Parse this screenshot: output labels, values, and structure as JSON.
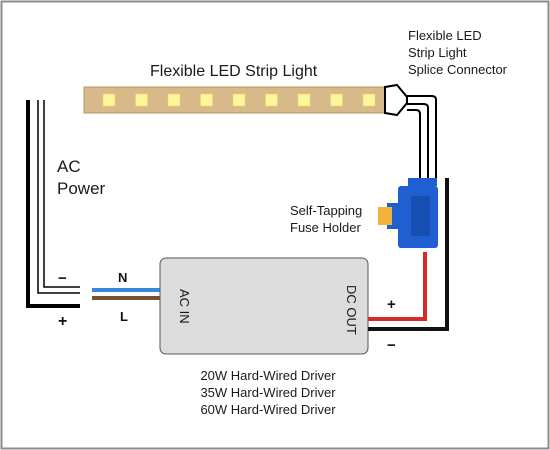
{
  "strip": {
    "label": "Flexible LED Strip Light",
    "led_count": 9,
    "colors": {
      "strip": "#d8b98a",
      "led": "#fff59a",
      "edge": "#b99563"
    }
  },
  "connector": {
    "label_lines": [
      "Flexible LED",
      "Strip Light",
      "Splice Connector"
    ]
  },
  "ac": {
    "label_lines": [
      "AC",
      "Power"
    ],
    "minus": "−",
    "plus": "+"
  },
  "fuse": {
    "label_lines": [
      "Self-Tapping",
      "Fuse Holder"
    ],
    "colors": {
      "body": "#1f5fd1",
      "fuse": "#f2b33a"
    }
  },
  "wires": {
    "n_label": "N",
    "l_label": "L",
    "colors": {
      "neutral": "#3a87d8",
      "live": "#7b4f2a",
      "positive": "#d42a2a",
      "negative": "#111111"
    }
  },
  "driver": {
    "in_label": "AC IN",
    "out_label": "DC OUT",
    "out_plus": "+",
    "out_minus": "−",
    "models": [
      "20W Hard-Wired Driver",
      "35W Hard-Wired Driver",
      "60W Hard-Wired Driver"
    ],
    "colors": {
      "body": "#dcdcdc"
    }
  }
}
